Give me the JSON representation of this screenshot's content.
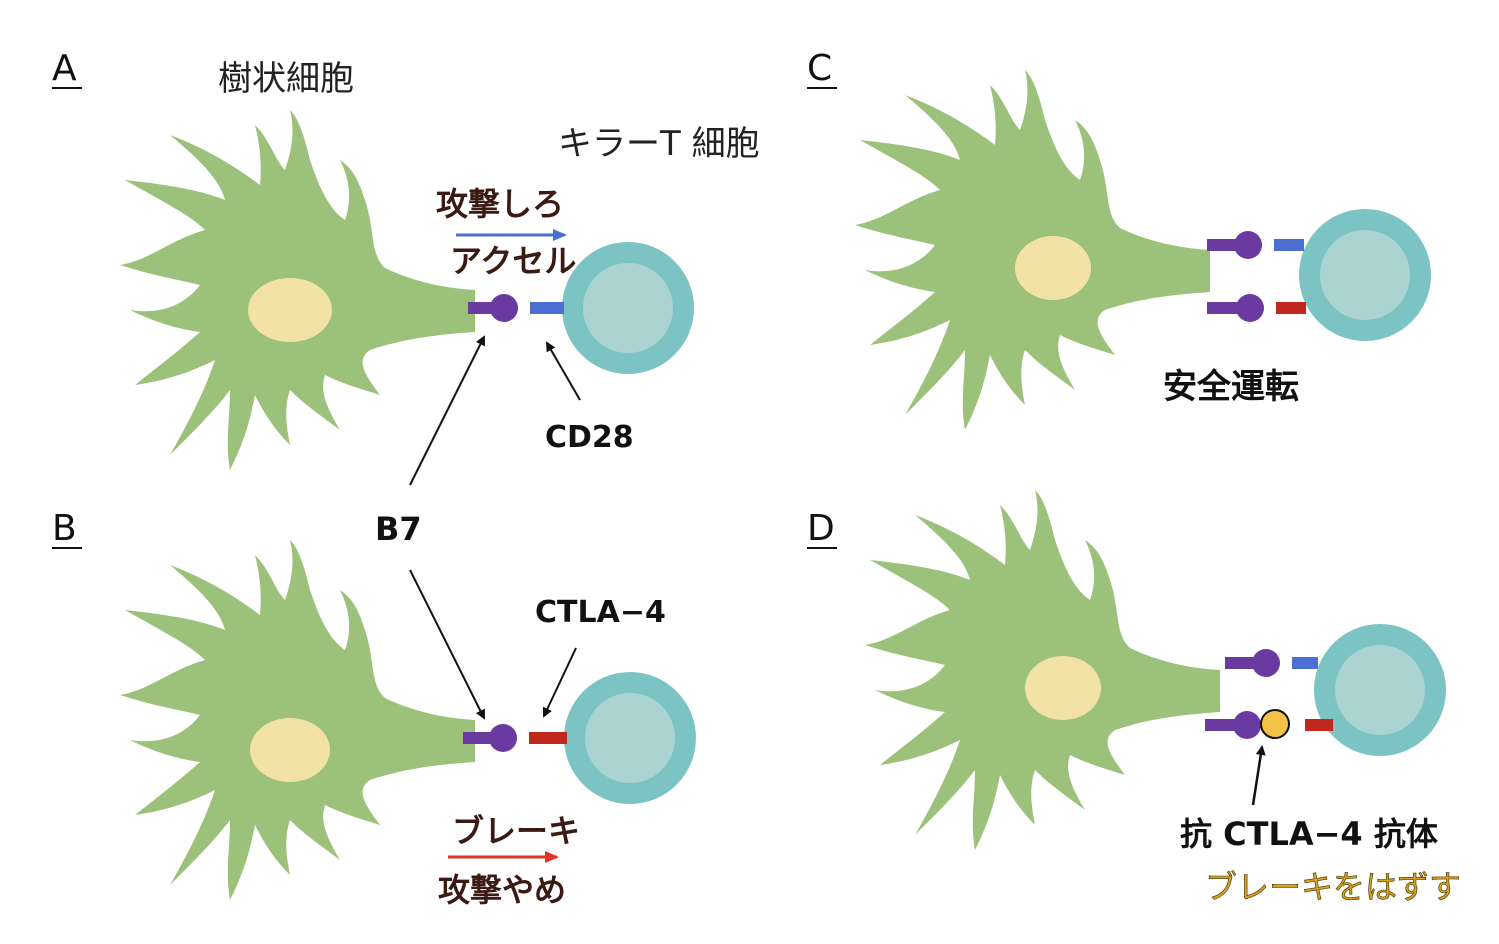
{
  "panels": {
    "a": {
      "letter": "A",
      "dendritic_label": "樹状細胞",
      "tcell_label": "キラーT 細胞",
      "signal_top": "攻撃しろ",
      "signal_bottom": "アクセル"
    },
    "b": {
      "letter": "B",
      "signal_top": "ブレーキ",
      "signal_bottom": "攻撃やめ"
    },
    "c": {
      "letter": "C",
      "caption": "安全運転"
    },
    "d": {
      "letter": "D",
      "antibody_label": "抗 CTLA−4 抗体",
      "antibody_caption": "ブレーキをはずす"
    }
  },
  "molecules": {
    "b7": "B7",
    "cd28": "CD28",
    "ctla4": "CTLA−4"
  },
  "colors": {
    "dendritic_cell": "#9cc17a",
    "nucleus": "#f3e2a6",
    "t_cell_outer": "#7cc4c4",
    "t_cell_inner": "#aad3d2",
    "b7": "#6a3aa0",
    "cd28": "#4a6fd0",
    "ctla4": "#c0281e",
    "antibody": "#f2c347",
    "arrow_accel": "#4a6fd0",
    "arrow_brake": "#e0332a",
    "text_dark": "#111111",
    "text_brown": "#3a1a12",
    "text_gold": "#d8a21e"
  }
}
